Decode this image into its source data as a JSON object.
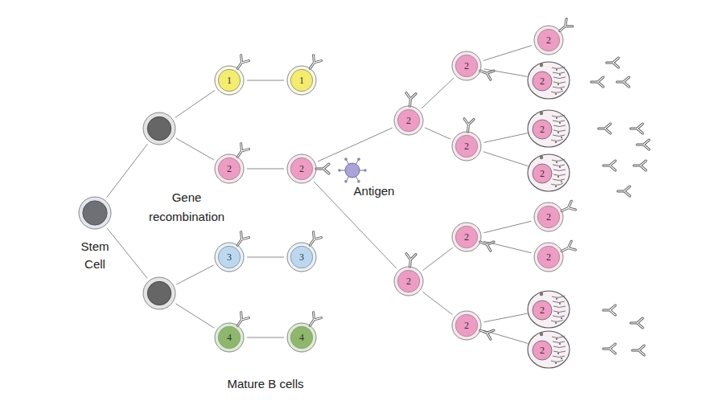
{
  "diagram": {
    "nodes": [
      {
        "text": [
          "Stem Cell"
        ]
      },
      {
        "text": []
      },
      {
        "text": []
      },
      {
        "text": [
          "1"
        ]
      },
      {
        "text": [
          "2"
        ]
      },
      {
        "text": [
          "3"
        ]
      },
      {
        "text": [
          "4"
        ]
      },
      {
        "text": [
          "1"
        ]
      },
      {
        "text": [
          "2"
        ]
      },
      {
        "text": [
          "3"
        ]
      },
      {
        "text": [
          "4"
        ]
      },
      {
        "text": [
          "Antigen"
        ]
      },
      {
        "text": [
          "2"
        ]
      },
      {
        "text": [
          "2"
        ]
      },
      {
        "text": [
          "2"
        ]
      },
      {
        "text": [
          "2"
        ]
      },
      {
        "text": [
          "2"
        ]
      },
      {
        "text": [
          "2"
        ]
      },
      {
        "text": [
          "2"
        ]
      },
      {
        "text": [
          "2"
        ]
      },
      {
        "text": [
          "2"
        ]
      },
      {
        "text": [
          "2"
        ]
      },
      {
        "text": [
          "2"
        ]
      },
      {
        "text": [
          "2"
        ]
      },
      {
        "text": [
          "2"
        ]
      },
      {
        "text": [
          "2"
        ]
      }
    ],
    "edges": [
      {
        "from": 0,
        "to": 1,
        "arrow": "none"
      },
      {
        "from": 0,
        "to": 2,
        "arrow": "none"
      },
      {
        "from": 1,
        "to": 3,
        "arrow": "none"
      },
      {
        "from": 1,
        "to": 4,
        "arrow": "none"
      },
      {
        "from": 2,
        "to": 5,
        "arrow": "none"
      },
      {
        "from": 2,
        "to": 6,
        "arrow": "none"
      },
      {
        "from": 3,
        "to": 7,
        "arrow": "none"
      },
      {
        "from": 4,
        "to": 8,
        "arrow": "none"
      },
      {
        "from": 5,
        "to": 9,
        "arrow": "none"
      },
      {
        "from": 6,
        "to": 10,
        "arrow": "none"
      },
      {
        "from": 8,
        "to": 12,
        "arrow": "none"
      },
      {
        "from": 8,
        "to": 13,
        "arrow": "none"
      },
      {
        "from": 12,
        "to": 14,
        "arrow": "none"
      },
      {
        "from": 12,
        "to": 15,
        "arrow": "none"
      },
      {
        "from": 13,
        "to": 16,
        "arrow": "none"
      },
      {
        "from": 13,
        "to": 17,
        "arrow": "none"
      },
      {
        "from": 14,
        "to": 18,
        "arrow": "none"
      },
      {
        "from": 14,
        "to": 19,
        "arrow": "none"
      },
      {
        "from": 15,
        "to": 20,
        "arrow": "none"
      },
      {
        "from": 15,
        "to": 21,
        "arrow": "none"
      },
      {
        "from": 16,
        "to": 22,
        "arrow": "none"
      },
      {
        "from": 16,
        "to": 23,
        "arrow": "none"
      },
      {
        "from": 17,
        "to": 24,
        "arrow": "none"
      },
      {
        "from": 17,
        "to": 25,
        "arrow": "none"
      }
    ],
    "labels": [
      "Gene recombination",
      "Mature B cells"
    ]
  }
}
